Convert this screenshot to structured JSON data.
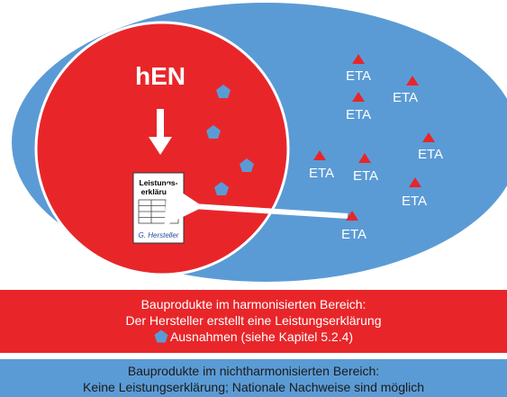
{
  "diagram": {
    "hen_label": "hEN",
    "eta_label": "ETA",
    "doc": {
      "title_line1": "Leistungs-",
      "title_line2": "erklärung",
      "signature": "G. Hersteller"
    }
  },
  "banners": {
    "harmonized": {
      "line1": "Bauprodukte im harmonisierten Bereich:",
      "line2": "Der Hersteller erstellt eine Leistungserklärung",
      "line3": "Ausnahmen (siehe Kapitel 5.2.4)"
    },
    "non_harmonized": {
      "line1": "Bauprodukte im nichtharmonisierten Bereich:",
      "line2": "Keine Leistungserklärung; Nationale Nachweise sind möglich"
    }
  },
  "colors": {
    "blue": "#5b9bd5",
    "red": "#e8262a",
    "white": "#ffffff"
  }
}
